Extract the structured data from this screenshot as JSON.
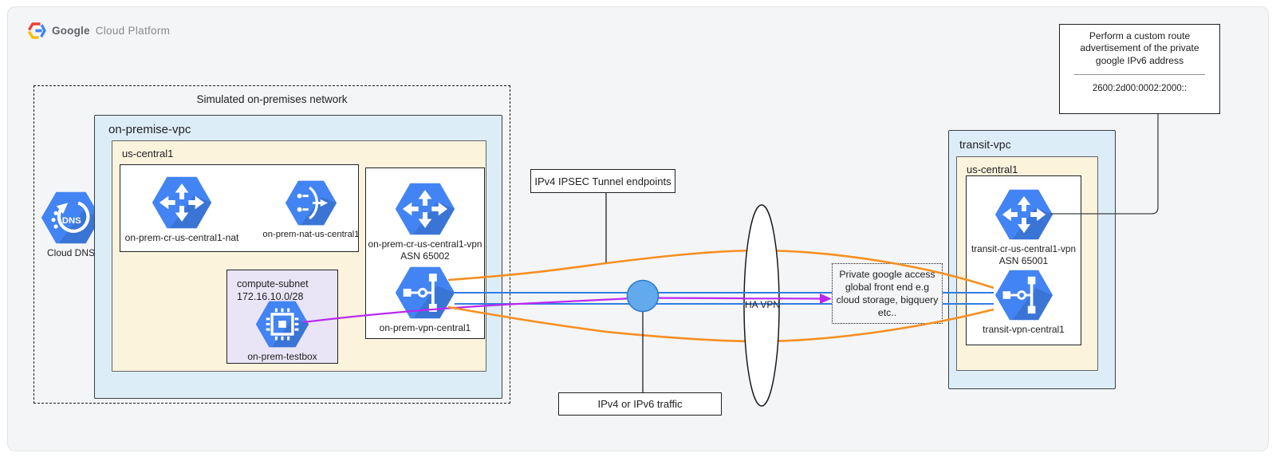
{
  "logo": {
    "google": "Google",
    "cloud_platform": "Cloud Platform"
  },
  "on_prem": {
    "container_title": "Simulated on-premises network",
    "vpc_label": "on-premise-vpc",
    "region_label": "us-central1",
    "dns_label": "Cloud DNS",
    "dns_glyph": "DNS",
    "nat_card": {
      "router_label": "on-prem-cr-us-central1-nat",
      "nat_label": "on-prem-nat-us-central1"
    },
    "vpn_card": {
      "router_label": "on-prem-cr-us-central1-vpn",
      "router_asn": "ASN 65002",
      "vpn_label": "on-prem-vpn-central1"
    },
    "subnet": {
      "name": "compute-subnet",
      "cidr": "172.16.10.0/28",
      "vm_label": "on-prem-testbox"
    }
  },
  "middle": {
    "ipsec_label": "IPv4 IPSEC Tunnel endpoints",
    "traffic_label": "IPv4 or IPv6 traffic",
    "ha_vpn_label": "HA VPN",
    "pga_text": "Private google access global front end e.g cloud storage, bigquery etc.."
  },
  "transit": {
    "vpc_label": "transit-vpc",
    "region_label": "us-central1",
    "router_label": "transit-cr-us-central1-vpn",
    "router_asn": "ASN 65001",
    "vpn_label": "transit-vpn-central1"
  },
  "callout": {
    "text": "Perform a custom route advertisement of the private google IPv6 address",
    "address": "2600:2d00:0002:2000::"
  },
  "colors": {
    "icon_blue": "#4284f3",
    "tunnel_orange": "#f78f20",
    "ipsec_line_blue": "#2f7de1",
    "private_access_purple": "#bb29f0",
    "vpc_fill": "#ddedf8",
    "region_fill": "#fcf3dc",
    "subnet_fill": "#eae5f6",
    "junction_fill": "#63a9ee"
  }
}
